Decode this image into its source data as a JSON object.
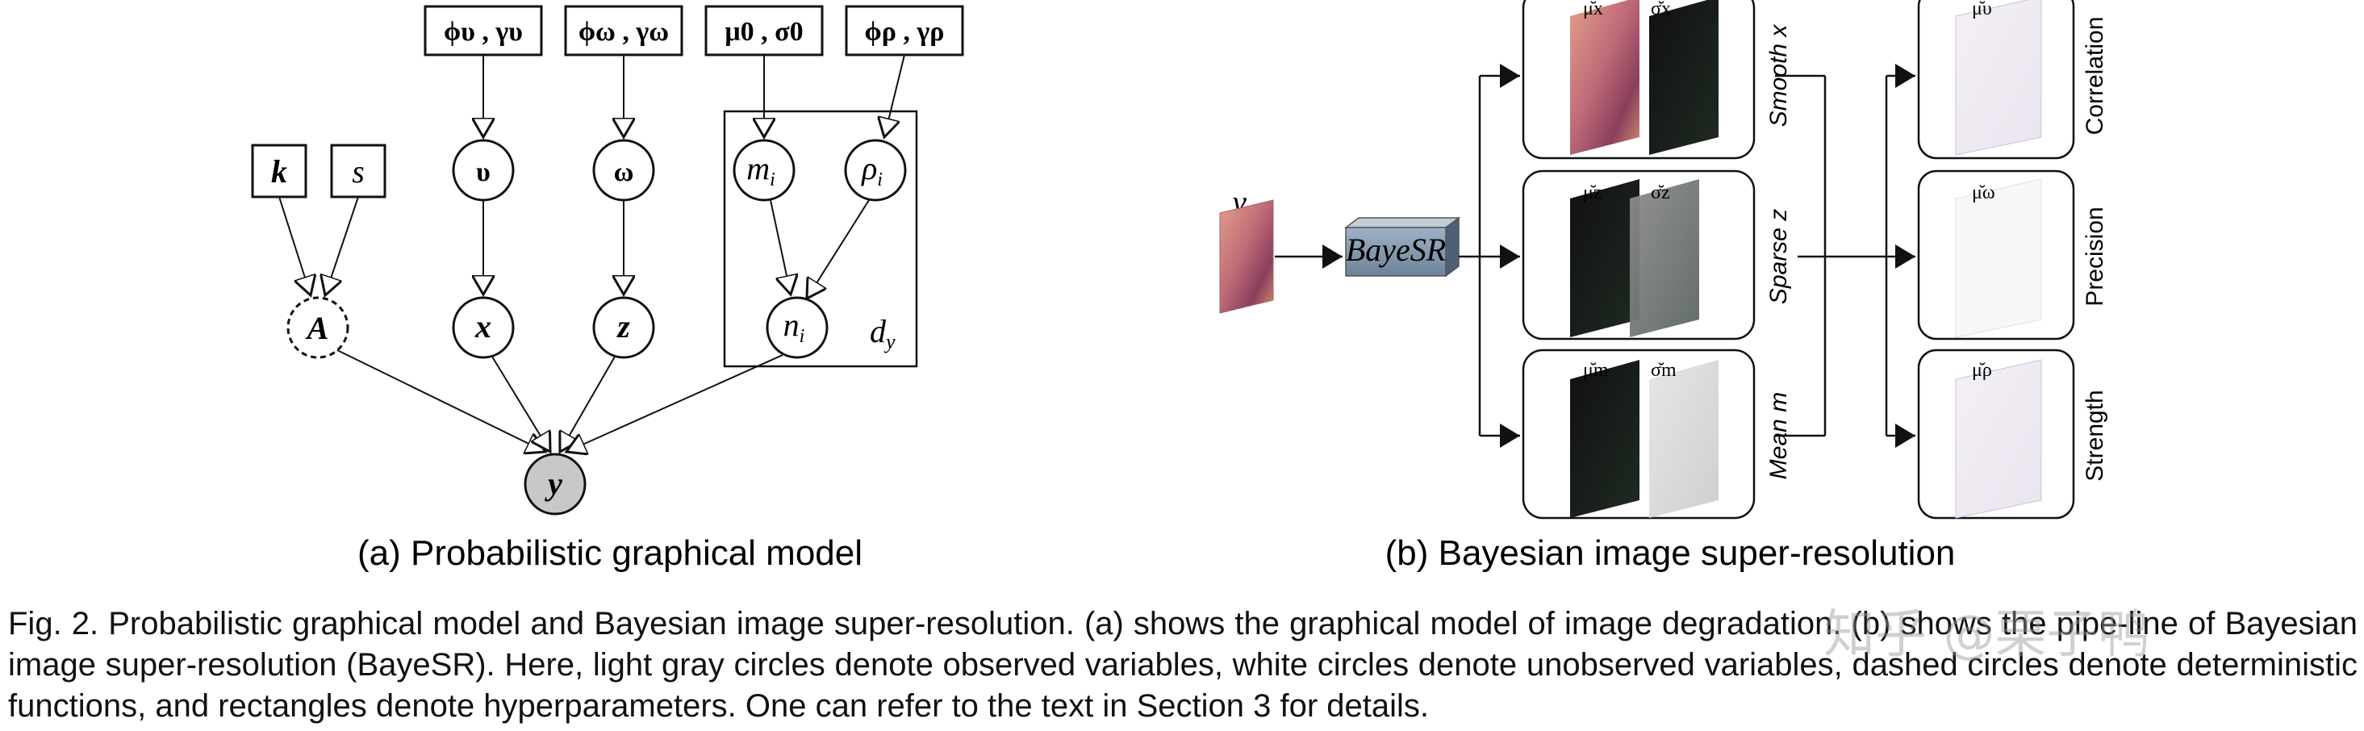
{
  "graphical_model": {
    "subcaption": "(a) Probabilistic graphical model",
    "hyperparameters": {
      "k": "k",
      "s": "s",
      "upsilon_params": "ϕυ , γυ",
      "omega_params": "ϕω , γω",
      "mu_sigma": "μ0 , σ0",
      "rho_params": "ϕρ , γρ"
    },
    "hyper_main": {
      "upsilon": "ϕ",
      "omega": "ϕ",
      "mu": "μ",
      "rho": "ϕ"
    },
    "hyper_sub": {
      "upsilon": "υ",
      "omega": "ω",
      "mu": "0",
      "rho": "ρ"
    },
    "hyper_second": {
      "upsilon": "γ",
      "omega": "γ",
      "mu": "σ",
      "rho": "γ"
    },
    "nodes": {
      "upsilon": "υ",
      "omega": "ω",
      "m_main": "m",
      "m_sub": "i",
      "rho_main": "ρ",
      "rho_sub": "i",
      "A": "A",
      "x": "x",
      "z": "z",
      "n_main": "n",
      "n_sub": "i",
      "y": "y"
    },
    "plate_main": "d",
    "plate_sub": "y"
  },
  "pipeline": {
    "subcaption": "(b) Bayesian image super-resolution",
    "input_label": "y",
    "model_label": "BayeSR",
    "groups": [
      {
        "label": "Smooth x",
        "mu": "μ̆x",
        "sigma": "σ̆x"
      },
      {
        "label": "Sparse z",
        "mu": "μ̆z",
        "sigma": "σ̆z"
      },
      {
        "label": "Mean m",
        "mu": "μ̆m",
        "sigma": "σ̆m"
      }
    ],
    "outputs": [
      {
        "label": "Correlation",
        "mu": "μ̆υ"
      },
      {
        "label": "Precision",
        "mu": "μ̆ω"
      },
      {
        "label": "Strength",
        "mu": "μ̆ρ"
      }
    ]
  },
  "caption": "Fig. 2. Probabilistic graphical model and Bayesian image super-resolution. (a) shows the graphical model of image degradation. (b) shows the pipe-line of Bayesian image super-resolution (BayeSR). Here, light gray circles denote observed variables, white circles denote unobserved variables, dashed circles denote deterministic functions, and rectangles denote hyperparameters. One can refer to the text in Section 3 for details.",
  "watermark": "知乎 @栗子鸭"
}
